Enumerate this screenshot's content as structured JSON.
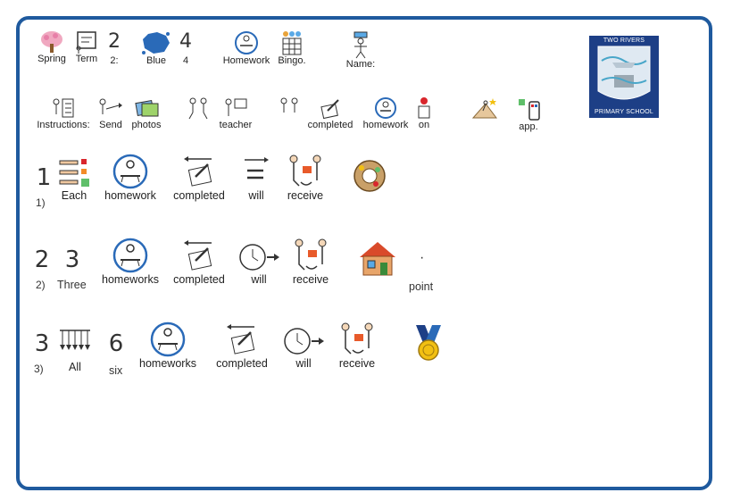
{
  "header": {
    "spring": "Spring",
    "term": "Term",
    "two_big": "2",
    "two_small": "2:",
    "blue": "Blue",
    "four_big": "4",
    "four_small": "4",
    "homework": "Homework",
    "bingo": "Bingo.",
    "name": "Name:"
  },
  "instructions_row": {
    "instructions": "Instructions:",
    "send": "Send",
    "photos": "photos",
    "teacher": "teacher",
    "completed": "completed",
    "homework": "homework",
    "on": "on",
    "app": "app."
  },
  "row1": {
    "big_num": "1",
    "num_label": "1)",
    "each": "Each",
    "homework": "homework",
    "completed": "completed",
    "will": "will",
    "receive": "receive"
  },
  "row2": {
    "big_num": "2",
    "big_num2": "3",
    "num_label": "2)",
    "three": "Three",
    "homeworks": "homeworks",
    "completed": "completed",
    "will": "will",
    "receive": "receive",
    "dot": "·",
    "point": "point"
  },
  "row3": {
    "big_num": "3",
    "big_num2": "6",
    "num_label": "3)",
    "all": "All",
    "six": "six",
    "homeworks": "homeworks",
    "completed": "completed",
    "will": "will",
    "receive": "receive"
  },
  "logo": {
    "top_text": "TWO RIVERS",
    "bottom_text": "PRIMARY SCHOOL"
  },
  "colors": {
    "frame": "#1f5a9e",
    "icon_blue": "#2a6ab8",
    "logo_bg": "#1d3f86"
  }
}
